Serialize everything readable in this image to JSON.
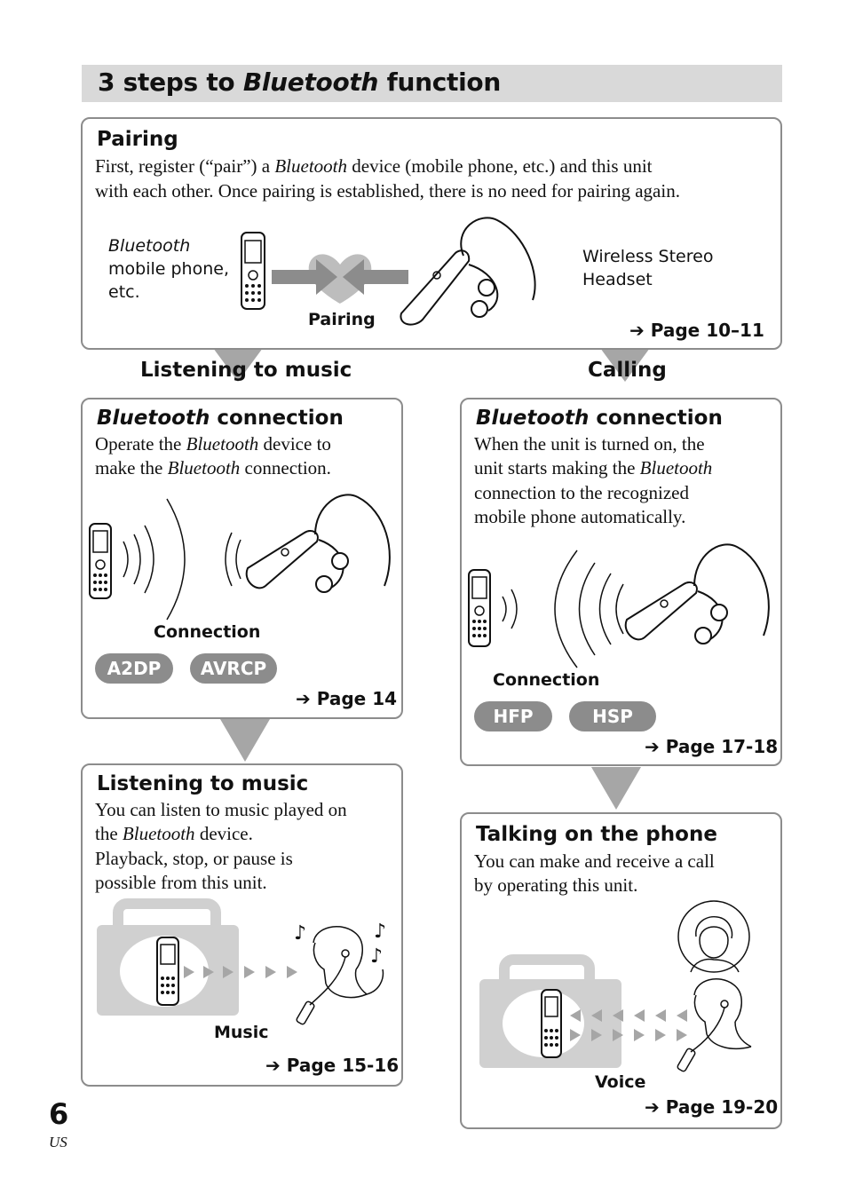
{
  "title": {
    "prefix": "3 steps to ",
    "italic": "Bluetooth",
    "suffix": " function"
  },
  "pairing": {
    "title": "Pairing",
    "text_a": "First, register (“pair”) a ",
    "text_italic": "Bluetooth",
    "text_b": " device (mobile phone, etc.) and this unit",
    "text_line2": "with each other. Once pairing is established, there is no need for pairing again.",
    "phone_label_italic": "Bluetooth",
    "phone_label_l2": "mobile phone,",
    "phone_label_l3": "etc.",
    "center_label": "Pairing",
    "headset_label_l1": "Wireless Stereo",
    "headset_label_l2": "Headset",
    "page_ref": "Page 10–11"
  },
  "branch_left": "Listening to music",
  "branch_right": "Calling",
  "bt_music": {
    "title_italic": "Bluetooth",
    "title_rest": " connection",
    "l1a": "Operate the ",
    "l1i": "Bluetooth",
    "l1b": " device to",
    "l2a": "make the ",
    "l2i": "Bluetooth",
    "l2b": " connection.",
    "conn_label": "Connection",
    "pill1": "A2DP",
    "pill2": "AVRCP",
    "page_ref": "Page 14"
  },
  "bt_call": {
    "title_italic": "Bluetooth",
    "title_rest": " connection",
    "l1": "When the unit is turned on, the",
    "l2a": "unit starts making the ",
    "l2i": "Bluetooth",
    "l3": "connection to the recognized",
    "l4": "mobile phone automatically.",
    "conn_label": "Connection",
    "pill1": "HFP",
    "pill2": "HSP",
    "page_ref": "Page 17-18"
  },
  "listen": {
    "title": "Listening to music",
    "l1": "You can listen to music played on",
    "l2a": "the ",
    "l2i": "Bluetooth",
    "l2b": " device.",
    "l3": "Playback, stop, or pause is",
    "l4": "possible from this unit.",
    "media_label": "Music",
    "page_ref": "Page 15-16"
  },
  "talk": {
    "title": "Talking on the phone",
    "l1": "You can make and receive a call",
    "l2": "by operating this unit.",
    "media_label": "Voice",
    "page_ref": "Page 19-20"
  },
  "page_number": "6",
  "page_region": "US",
  "colors": {
    "title_bg": "#d9d9d9",
    "border": "#8c8c8c",
    "pill": "#8c8c8c",
    "arrow": "#a6a6a6",
    "light_gray": "#d0d0d0"
  }
}
